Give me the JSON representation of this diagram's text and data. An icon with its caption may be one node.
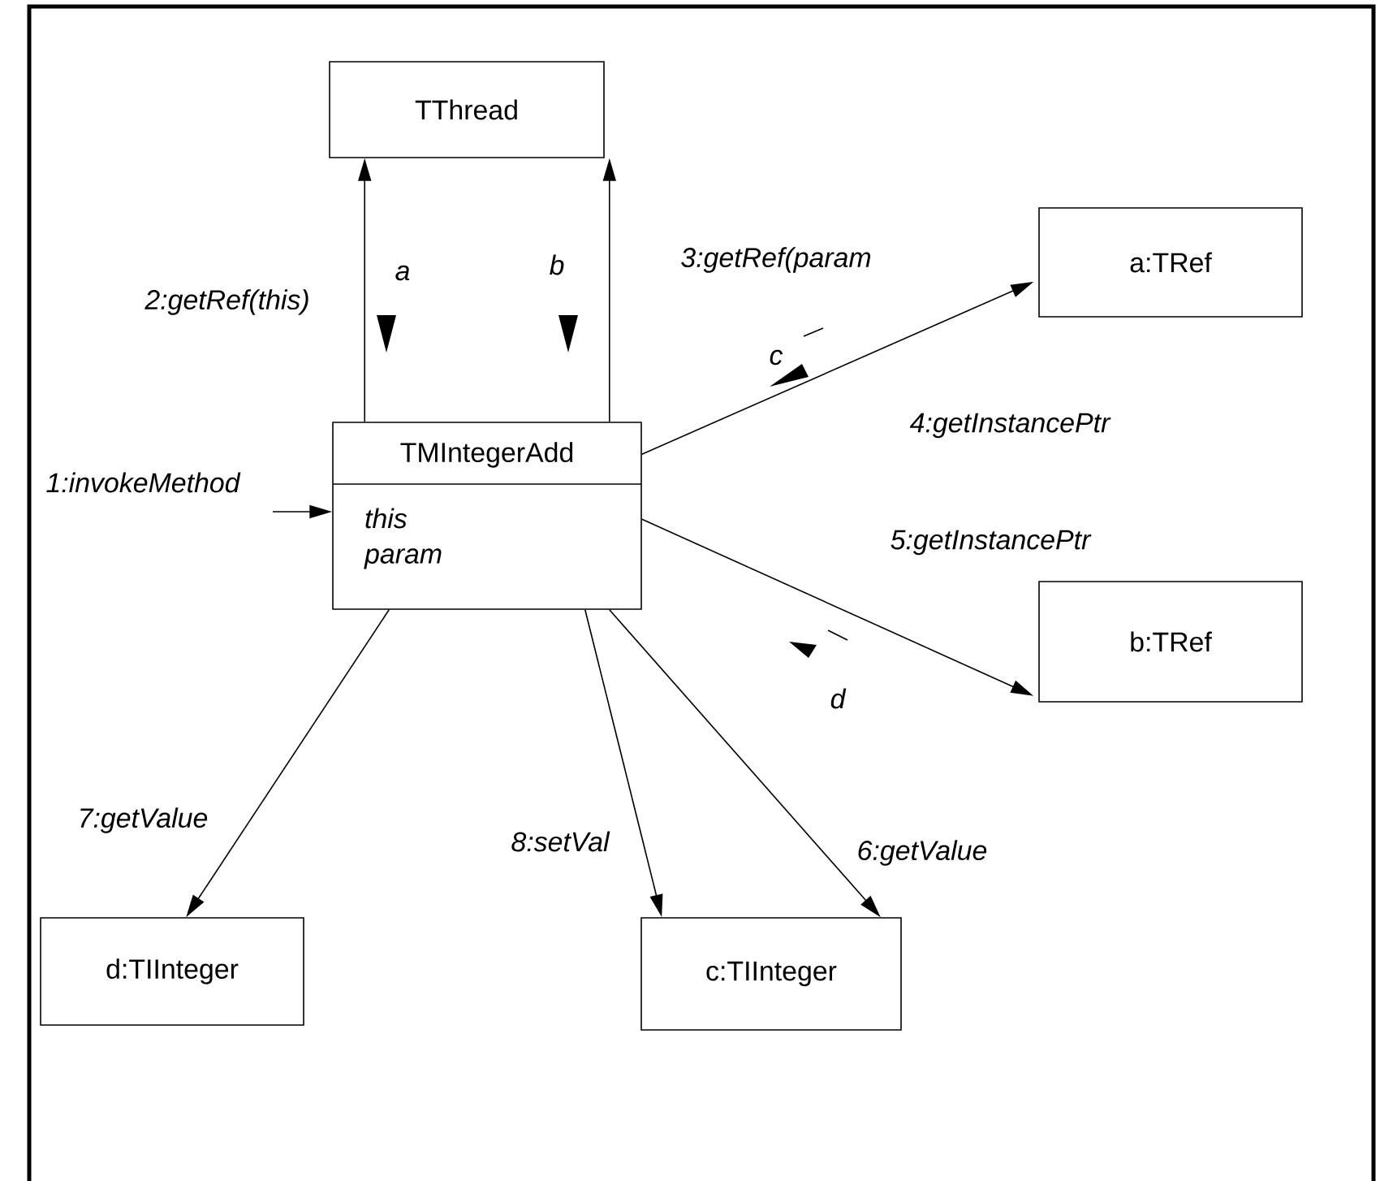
{
  "diagram": {
    "nodes": [
      {
        "text": [
          "TThread"
        ]
      },
      {
        "text": [
          "a:TRef"
        ]
      },
      {
        "text": [
          "TMIntegerAdd",
          "this",
          "param"
        ]
      },
      {
        "text": [
          "b:TRef"
        ]
      },
      {
        "text": [
          "d:TIInteger"
        ]
      },
      {
        "text": [
          "c:TIInteger"
        ]
      }
    ],
    "edges": [
      {
        "from": null,
        "to": 2,
        "arrow": "to",
        "label": "1:invokeMethod"
      },
      {
        "from": 2,
        "to": 0,
        "arrow": "to",
        "label": "2:getRef(this)"
      },
      {
        "from": 2,
        "to": 0,
        "arrow": "to",
        "label": "3:getRef(param"
      },
      {
        "from": 2,
        "to": 1,
        "arrow": "to",
        "label": "4:getInstancePtr"
      },
      {
        "from": 2,
        "to": 3,
        "arrow": "to",
        "label": "5:getInstancePtr"
      },
      {
        "from": 2,
        "to": 5,
        "arrow": "to",
        "label": "6:getValue"
      },
      {
        "from": 2,
        "to": 4,
        "arrow": "to",
        "label": "7:getValue"
      },
      {
        "from": 2,
        "to": 5,
        "arrow": "to",
        "label": "8:setVal"
      }
    ],
    "labels": [
      "a",
      "b",
      "c",
      "d"
    ]
  }
}
